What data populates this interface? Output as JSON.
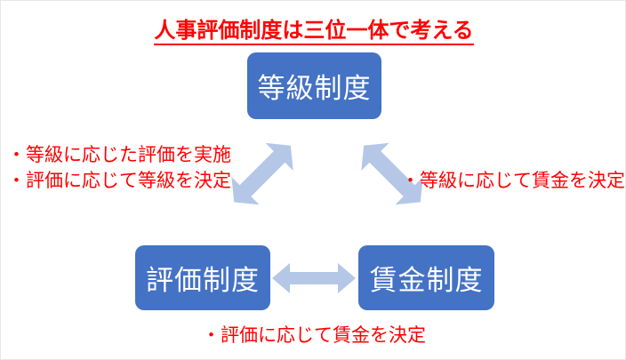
{
  "diagram": {
    "title": "人事評価制度は三位一体で考える",
    "title_color": "#ff0000",
    "background_color": "#ffffff",
    "node_fill_color": "#4472c4",
    "node_text_color": "#ffffff",
    "arrow_fill_color": "#b4c7e7",
    "nodes": [
      {
        "id": "grade",
        "label": "等級制度"
      },
      {
        "id": "eval",
        "label": "評価制度"
      },
      {
        "id": "wage",
        "label": "賃金制度"
      }
    ],
    "connectors": [
      {
        "id": "left-diagonal",
        "kind": "double-headed-arrow",
        "from": "eval",
        "to": "grade"
      },
      {
        "id": "right-diagonal",
        "kind": "double-headed-arrow",
        "from": "grade",
        "to": "wage"
      },
      {
        "id": "horizontal",
        "kind": "double-headed-arrow",
        "from": "eval",
        "to": "wage"
      }
    ],
    "notes": {
      "left": {
        "line1": "・等級に応じた評価を実施",
        "line2": "・評価に応じて等級を決定"
      },
      "right": {
        "line1": "・等級に応じて賃金を決定"
      },
      "bottom": {
        "line1": "・評価に応じて賃金を決定"
      }
    }
  }
}
